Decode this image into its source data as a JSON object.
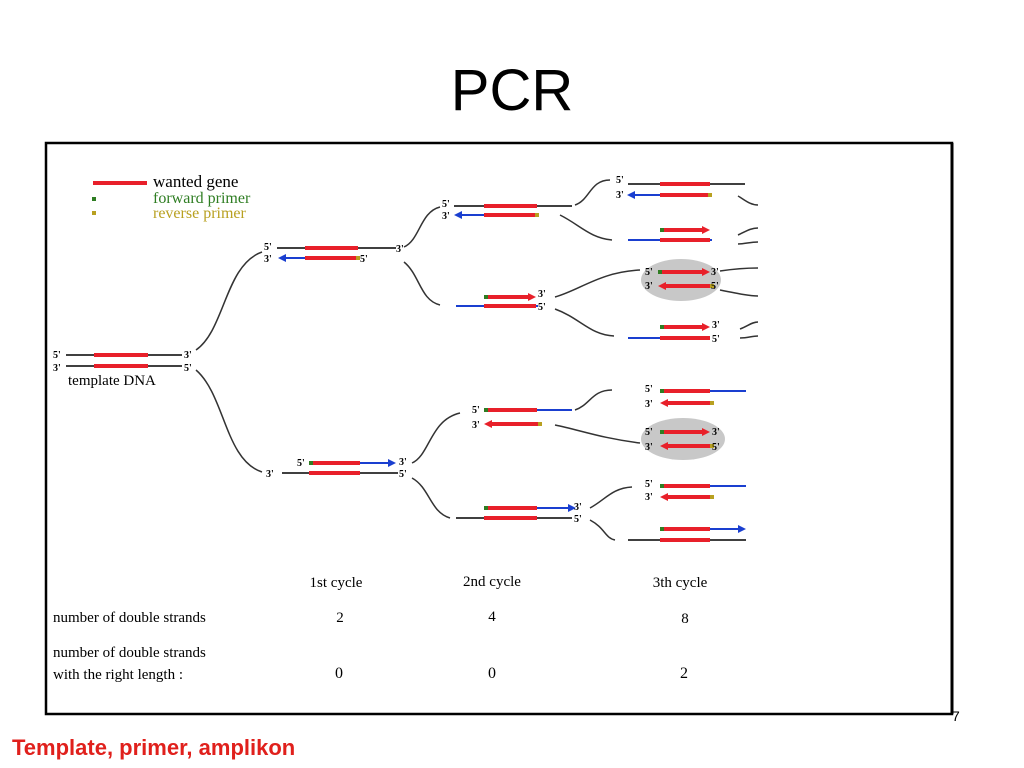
{
  "slide": {
    "title": "PCR",
    "caption": "Template, primer, amplikon",
    "page_number": "7"
  },
  "legend": {
    "wanted_gene": "wanted gene",
    "forward_primer": "forward primer",
    "reverse_primer": "reverse primer"
  },
  "labels": {
    "template_dna": "template DNA",
    "five_prime": "5'",
    "three_prime": "3'"
  },
  "table": {
    "cycles": [
      "1st cycle",
      "2nd cycle",
      "3th cycle"
    ],
    "row1_label": "number of double strands",
    "row1_values": [
      "2",
      "4",
      "8"
    ],
    "row2_label_line1": "number of double strands",
    "row2_label_line2": "with the right length :",
    "row2_values": [
      "0",
      "0",
      "2"
    ]
  },
  "colors": {
    "gene": "#e8202a",
    "forward_primer": "#2e7d22",
    "reverse_primer": "#b8a020",
    "new_strand": "#1a3fd0",
    "highlight": "#c8c8c8",
    "frame": "#000000",
    "caption": "#e0201c"
  }
}
